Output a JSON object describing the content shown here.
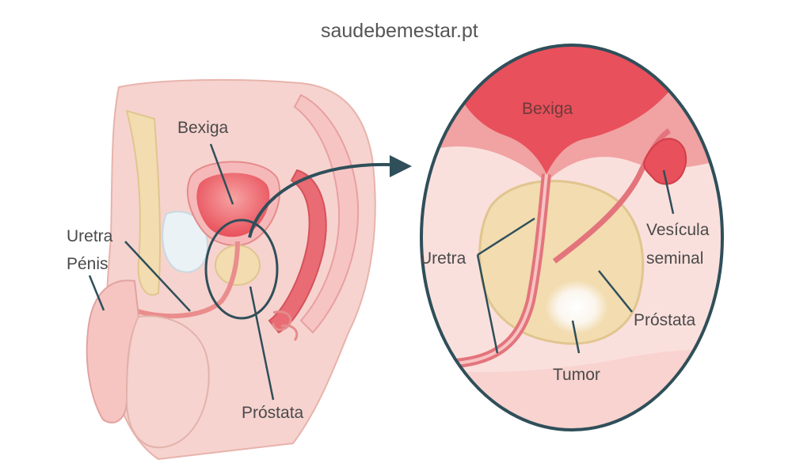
{
  "site": "saudebemestar.pt",
  "left_labels": {
    "bexiga": "Bexiga",
    "uretra": "Uretra",
    "penis": "Pénis",
    "prostata": "Próstata"
  },
  "zoom_labels": {
    "bexiga": "Bexiga",
    "uretra": "Uretra",
    "vesicula_line1": "Vesícula",
    "vesicula_line2": "seminal",
    "prostata": "Próstata",
    "tumor": "Tumor"
  },
  "colors": {
    "skin": "#f6d3cf",
    "skin_dark": "#eeb7b0",
    "bladder": "#e8505b",
    "bladder_light": "#f2868c",
    "prostate": "#f2dcb0",
    "outline": "#2f4f5a",
    "leader": "#2f4f5a",
    "text": "#4a4a4a"
  }
}
